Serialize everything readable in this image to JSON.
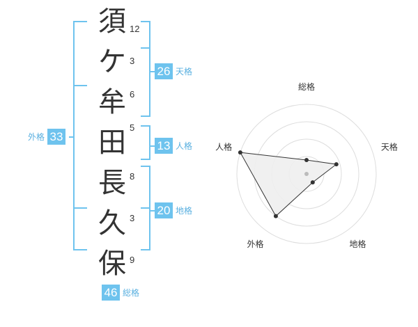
{
  "name": {
    "chars": [
      "須",
      "ケ",
      "牟",
      "田",
      "長",
      "久",
      "保"
    ],
    "strokes": [
      "12",
      "3",
      "6",
      "5",
      "8",
      "3",
      "9"
    ]
  },
  "scores": {
    "tenkaku": {
      "value": "26",
      "label": "天格"
    },
    "jinkaku": {
      "value": "13",
      "label": "人格"
    },
    "chikaku": {
      "value": "20",
      "label": "地格"
    },
    "gaikaku": {
      "value": "33",
      "label": "外格"
    },
    "soukaku": {
      "value": "46",
      "label": "総格"
    }
  },
  "chart_data": {
    "type": "radar",
    "axes": [
      "総格",
      "天格",
      "地格",
      "外格",
      "人格"
    ],
    "values": [
      0.2,
      0.45,
      0.15,
      0.75,
      1.0
    ],
    "rings": 4,
    "colors": {
      "fill": "#eeeeee",
      "line": "#333333",
      "grid": "#dddddd",
      "center": "#bbbbbb"
    }
  },
  "colors": {
    "accent": "#6ec3ee",
    "label": "#5ab0e0"
  }
}
